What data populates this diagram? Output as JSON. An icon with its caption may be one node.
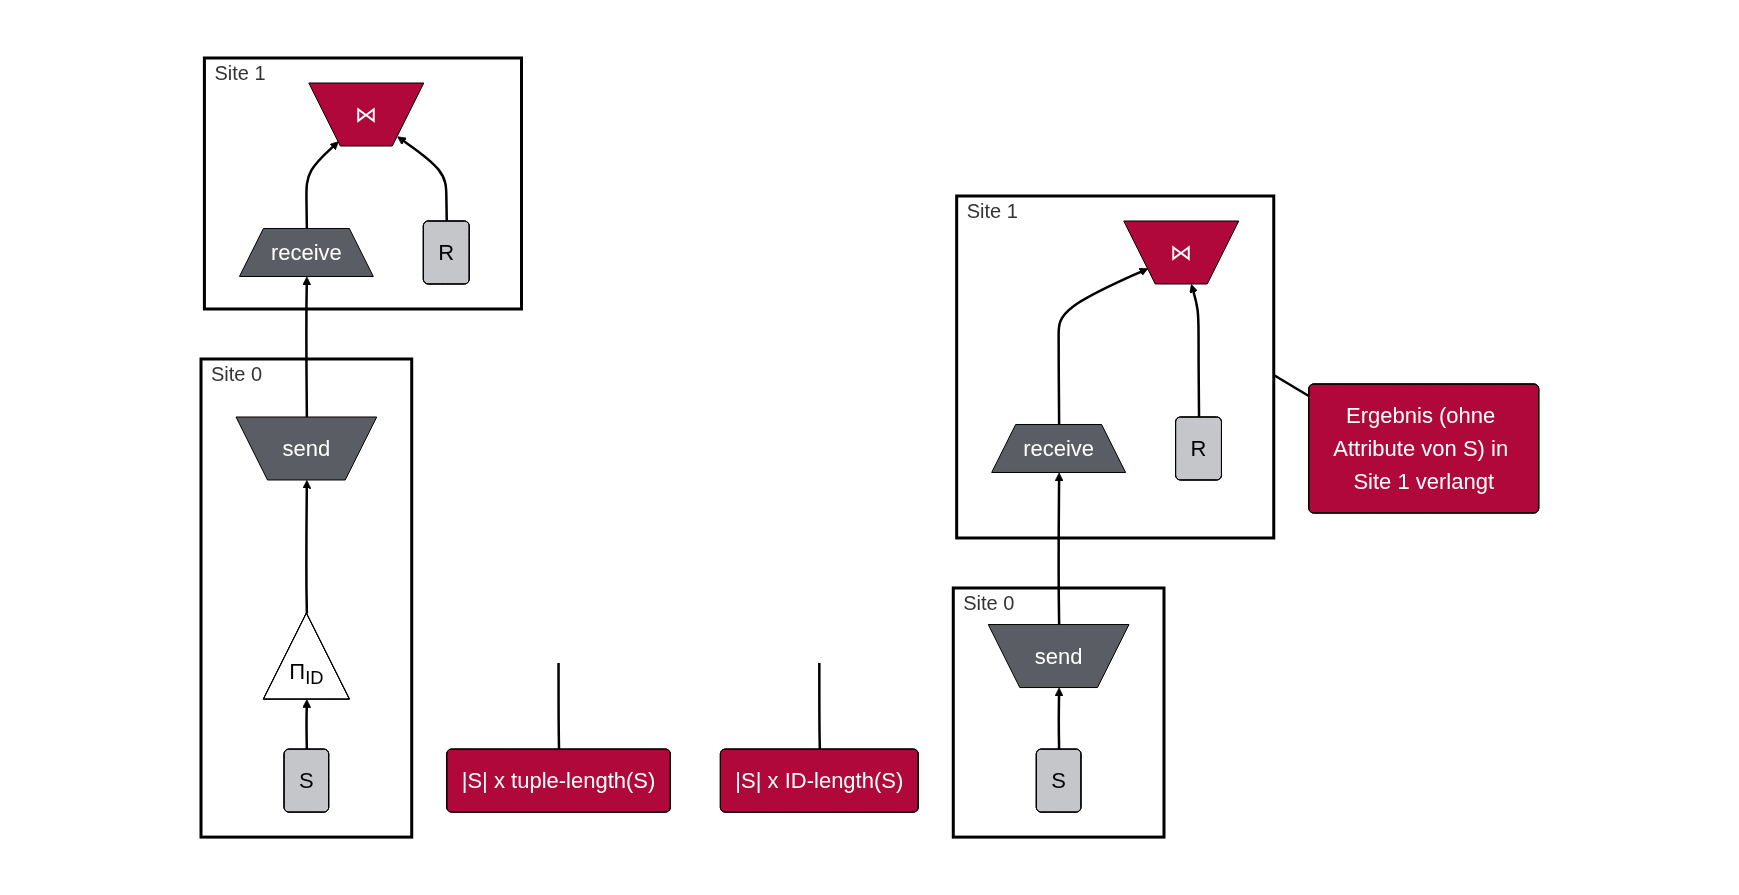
{
  "diagram": {
    "nodes": [
      {
        "text": [
          "Ergebnis (ohne Attribute von S) in Site 1 verlangt"
        ]
      },
      {
        "text": [
          "Site 1"
        ]
      },
      {
        "text": [
          "⋈"
        ],
        "in": 1
      },
      {
        "text": [
          "receive"
        ],
        "in": 1
      },
      {
        "text": [
          "R"
        ],
        "in": 1
      },
      {
        "text": [
          "Site 0"
        ]
      },
      {
        "text": [
          "send"
        ],
        "in": 5
      },
      {
        "text": [
          "S"
        ],
        "in": 5
      },
      {
        "text": [
          "|S| x tuple-length(S)"
        ]
      },
      {
        "text": [
          "Site 1"
        ]
      },
      {
        "text": [
          "⋈"
        ],
        "in": 9
      },
      {
        "text": [
          "receive"
        ],
        "in": 9
      },
      {
        "text": [
          "R"
        ],
        "in": 9
      },
      {
        "text": [
          "Site 0"
        ]
      },
      {
        "text": [
          "send"
        ],
        "in": 13
      },
      {
        "text": [
          "Π$_{ID}$"
        ],
        "in": 13
      },
      {
        "text": [
          "S"
        ],
        "in": 13
      },
      {
        "text": [
          "|S| x ID-length(S)"
        ]
      }
    ],
    "edges": [
      {
        "from": 0,
        "to": 1,
        "arrow": "none"
      },
      {
        "from": 3,
        "to": 2,
        "arrow": "to"
      },
      {
        "from": 4,
        "to": 2,
        "arrow": "to"
      },
      {
        "from": 6,
        "to": 3,
        "arrow": "to"
      },
      {
        "from": 7,
        "to": 6,
        "arrow": "to"
      },
      {
        "from": 8,
        "to": null,
        "arrow": "none"
      },
      {
        "from": 11,
        "to": 10,
        "arrow": "to"
      },
      {
        "from": 12,
        "to": 10,
        "arrow": "to"
      },
      {
        "from": 14,
        "to": 11,
        "arrow": "to"
      },
      {
        "from": 15,
        "to": 14,
        "arrow": "to"
      },
      {
        "from": 16,
        "to": 15,
        "arrow": "to"
      },
      {
        "from": 17,
        "to": null,
        "arrow": "none"
      }
    ]
  }
}
